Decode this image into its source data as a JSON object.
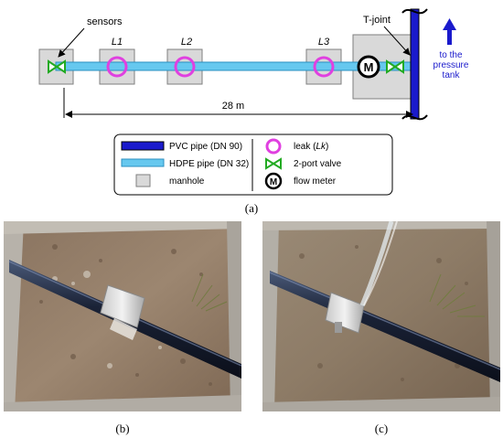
{
  "diagram": {
    "labels": {
      "sensors": "sensors",
      "t_joint": "T-joint",
      "to_pressure_tank": [
        "to the",
        "pressure",
        "tank"
      ],
      "distance": "28 m"
    },
    "leaks": [
      {
        "label": "L1"
      },
      {
        "label": "L2"
      },
      {
        "label": "L3"
      }
    ],
    "flow_meter_symbol": "M",
    "legend": {
      "pvc_pipe": "PVC pipe (DN 90)",
      "hdpe_pipe": "HDPE pipe (DN 32)",
      "manhole": "manhole",
      "leak_prefix": "leak (",
      "leak_italic": "Lk",
      "leak_suffix": ")",
      "valve": "2-port valve",
      "flow_meter": "flow meter"
    },
    "colors": {
      "pvc_pipe": "#1a1acc",
      "hdpe_pipe": "#66c8ef",
      "manhole_fill": "#d9d9d9",
      "leak_ring": "#e040e0",
      "valve": "#22aa22",
      "arrow": "#1a1acc"
    }
  },
  "captions": {
    "a": "(a)",
    "b": "(b)",
    "c": "(c)"
  }
}
